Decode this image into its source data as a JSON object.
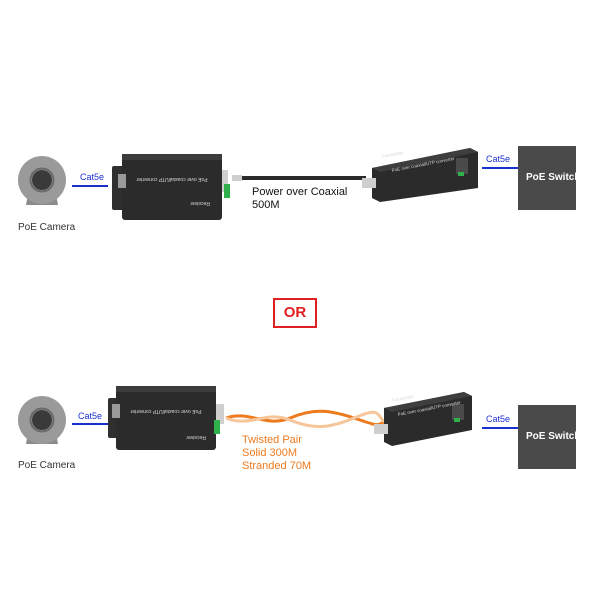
{
  "top_row": {
    "camera_label": "PoE Camera",
    "left_cable_label": "Cat5e",
    "receiver_caption": "PoE over coaxial/UTP converter",
    "receiver_tag": "Receiver",
    "link_line1": "Power over Coaxial",
    "link_line2": "500M",
    "transmitter_caption": "PoE over coaxial/UTP converter",
    "transmitter_tag": "Transmitter",
    "right_cable_label": "Cat5e",
    "switch_label": "PoE Switch"
  },
  "separator": {
    "label": "OR"
  },
  "bottom_row": {
    "camera_label": "PoE Camera",
    "left_cable_label": "Cat5e",
    "receiver_caption": "PoE over coaxial/UTP converter",
    "receiver_tag": "Receiver",
    "link_line1": "Twisted Pair",
    "link_line2": "Solid 300M",
    "link_line3": "Stranded 70M",
    "transmitter_caption": "PoE over coaxial/UTP converter",
    "transmitter_tag": "Transmitter",
    "right_cable_label": "Cat5e",
    "switch_label": "PoE Switch"
  },
  "colors": {
    "cat5e_line": "#1a2fd0",
    "twisted_pair": "#ee7a1e",
    "coax": "#2a2a2a",
    "device_body": "#2b2b2b",
    "switch_body": "#4a4a4a",
    "or_accent": "#e02020"
  }
}
